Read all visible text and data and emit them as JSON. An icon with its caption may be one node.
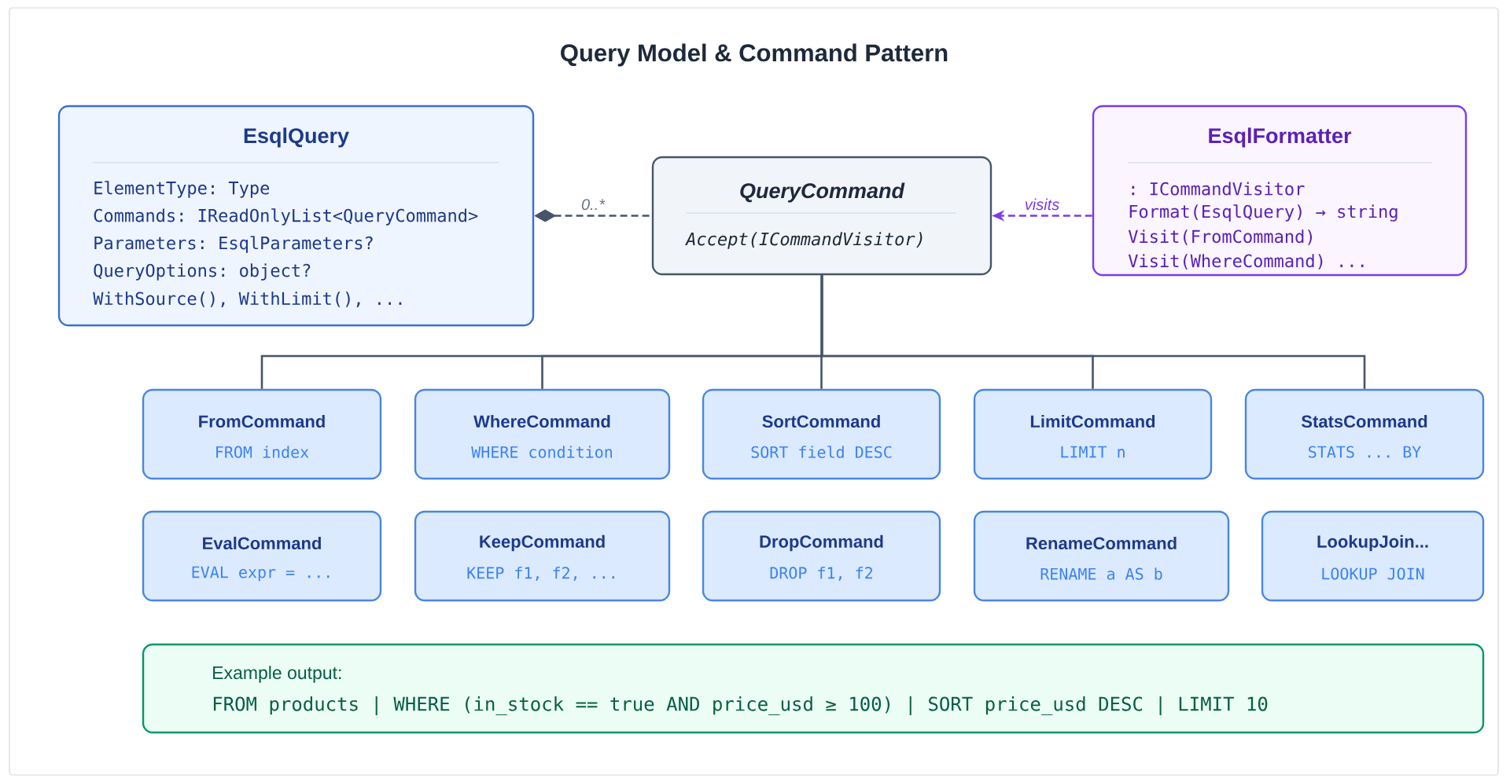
{
  "diagram": {
    "title": "Query Model & Command Pattern",
    "nodes": [
      {
        "text": [
          "EsqlQuery",
          "ElementType: Type",
          "Commands: IReadOnlyList<QueryCommand>",
          "Parameters: EsqlParameters?",
          "QueryOptions: object?",
          "WithSource(), WithLimit(),  ..."
        ]
      },
      {
        "text": [
          "QueryCommand",
          "Accept(ICommandVisitor)"
        ]
      },
      {
        "text": [
          "EsqlFormatter",
          ": ICommandVisitor",
          "Format(EsqlQuery) → string",
          "Visit(FromCommand)",
          "Visit(WhereCommand)  ..."
        ]
      },
      {
        "text": [
          "FromCommand",
          "FROM index"
        ]
      },
      {
        "text": [
          "WhereCommand",
          "WHERE condition"
        ]
      },
      {
        "text": [
          "SortCommand",
          "SORT field DESC"
        ]
      },
      {
        "text": [
          "LimitCommand",
          "LIMIT n"
        ]
      },
      {
        "text": [
          "StatsCommand",
          "STATS  ...  BY"
        ]
      },
      {
        "text": [
          "EvalCommand",
          "EVAL expr =  ..."
        ]
      },
      {
        "text": [
          "KeepCommand",
          "KEEP f1, f2,  ..."
        ]
      },
      {
        "text": [
          "DropCommand",
          "DROP f1, f2"
        ]
      },
      {
        "text": [
          "RenameCommand",
          "RENAME a AS b"
        ]
      },
      {
        "text": [
          "LookupJoin...",
          "LOOKUP JOIN"
        ]
      },
      {
        "text": [
          "Example output:",
          "FROM products | WHERE (in_stock == true AND price_usd ≥ 100) | SORT price_usd DESC | LIMIT 10"
        ]
      }
    ],
    "edges": [
      {
        "from": 0,
        "to": 1,
        "arrow": "other",
        "style": "dashed",
        "label": "0..*"
      },
      {
        "from": 2,
        "to": 1,
        "arrow": "to",
        "style": "dashed",
        "color": "#7c3aed",
        "label": "visits"
      },
      {
        "from": 1,
        "to": 3,
        "arrow": "none"
      },
      {
        "from": 1,
        "to": 4,
        "arrow": "none"
      },
      {
        "from": 1,
        "to": 5,
        "arrow": "none"
      },
      {
        "from": 1,
        "to": 6,
        "arrow": "none"
      },
      {
        "from": 1,
        "to": 7,
        "arrow": "none"
      }
    ]
  }
}
